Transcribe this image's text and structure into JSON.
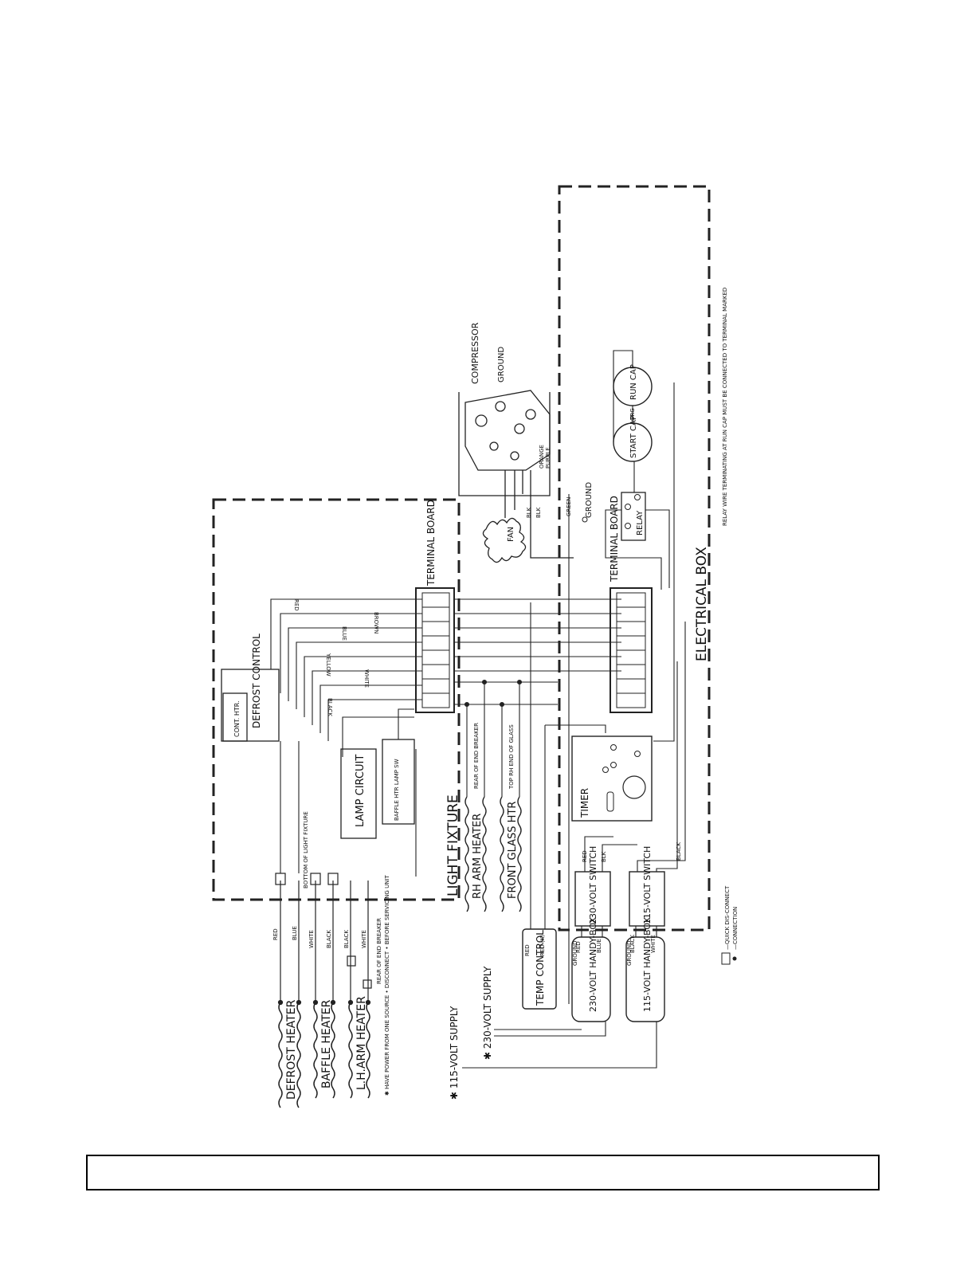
{
  "page": {
    "footer_text": ""
  },
  "diagram": {
    "labels": {
      "defrost_heater": "DEFROST HEATER",
      "baffle_heater": "BAFFLE HEATER",
      "lh_arm_heater": "L.H.ARM HEATER",
      "note_power": "✱ HAVE POWER FROM ONE SOURCE • DISCONNECT • BEFORE SERVICING UNIT",
      "supply_115": "✱ 115-VOLT SUPPLY",
      "supply_230": "✱ 230-VOLT SUPPLY",
      "temp_control": "TEMP CONTROL",
      "handy_box_230": "230-VOLT HANDY-BOX",
      "handy_box_115": "115-VOLT HANDY-BOX",
      "switch_230": "230-VOLT SWITCH",
      "switch_115": "115-VOLT SWITCH",
      "timer": "TIMER",
      "light_fixture": "LIGHT FIXTURE",
      "rh_arm_heater": "RH ARM HEATER",
      "front_glass_htr": "FRONT GLASS HTR",
      "rear_of_end_breaker": "REAR OF END BREAKER",
      "top_rh_end_glass": "TOP RH END OF GLASS",
      "lamp_circuit": "LAMP CIRCUIT",
      "baffle_lamp_sw": "BAFFLE HTR LAMP SW",
      "defrost_control": "DEFROST CONTROL",
      "cont_htr": "CONT. HTR.",
      "terminal_board": "TERMINAL BOARD",
      "electrical_box": "ELECTRICAL BOX",
      "fan": "FAN",
      "compressor": "COMPRESSOR",
      "ground": "GROUND",
      "relay": "RELAY",
      "start_cap": "START CAP",
      "run_cap": "RUN CAP",
      "bottom_light_fixture": "BOTTOM OF LIGHT FIXTURE",
      "rear_of_end_breaker_left": "REAR OF END BREAKER",
      "legend_quick": "—QUICK DIS-CONNECT",
      "legend_connection": "—CONNECTION",
      "relay_note": "RELAY WIRE TERMINATING AT RUN CAP MUST BE CONNECTED TO TERMINAL MARKED"
    },
    "wire_labels": {
      "red": "RED",
      "blue": "BLUE",
      "white": "WHITE",
      "black": "BLACK",
      "yellow": "YELLOW",
      "brown": "BROWN",
      "green": "GREEN",
      "ground": "GROUND",
      "red_k": "RED (K)",
      "blk": "BLK",
      "orange": "ORANGE",
      "purple": "PURPLE",
      "org": "ORG"
    }
  }
}
